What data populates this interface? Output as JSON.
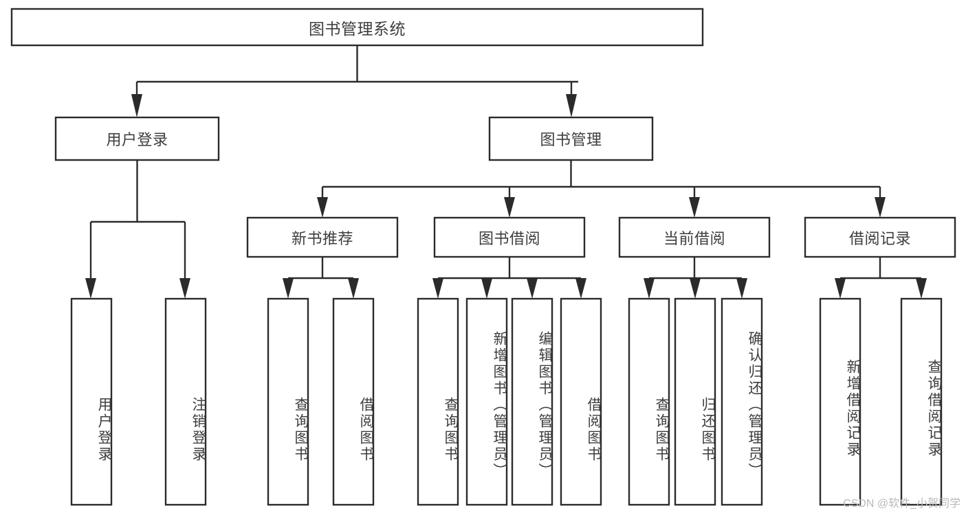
{
  "diagram": {
    "title": "图书管理系统",
    "watermark": "CSDN @软件_小贺同学",
    "colors": {
      "stroke": "#2b2b2b",
      "fill": "#ffffff",
      "text": "#3d3d3d",
      "watermark": "#b9b9b9"
    },
    "nodes": {
      "root": {
        "label": "图书管理系统"
      },
      "level1": [
        {
          "id": "user-login",
          "label": "用户登录"
        },
        {
          "id": "book-management",
          "label": "图书管理"
        }
      ],
      "level2": [
        {
          "id": "new-book-recommend",
          "label": "新书推荐"
        },
        {
          "id": "book-borrow",
          "label": "图书借阅"
        },
        {
          "id": "current-borrow",
          "label": "当前借阅"
        },
        {
          "id": "borrow-record",
          "label": "借阅记录"
        }
      ],
      "leaves": {
        "user_login": [
          {
            "id": "leaf-user-login",
            "label": "用户登录"
          },
          {
            "id": "leaf-logout-login",
            "label": "注销登录"
          }
        ],
        "new_book_recommend": [
          {
            "id": "leaf-query-book-1",
            "label": "查询图书"
          },
          {
            "id": "leaf-borrow-book-1",
            "label": "借阅图书"
          }
        ],
        "book_borrow": [
          {
            "id": "leaf-query-book-2",
            "label": "查询图书"
          },
          {
            "id": "leaf-add-book",
            "label": "新增图书（管理员）"
          },
          {
            "id": "leaf-edit-book",
            "label": "编辑图书（管理员）"
          },
          {
            "id": "leaf-borrow-book-2",
            "label": "借阅图书"
          }
        ],
        "current_borrow": [
          {
            "id": "leaf-query-book-3",
            "label": "查询图书"
          },
          {
            "id": "leaf-return-book",
            "label": "归还图书"
          },
          {
            "id": "leaf-confirm-return",
            "label": "确认归还（管理员）"
          }
        ],
        "borrow_record": [
          {
            "id": "leaf-add-record",
            "label": "新增借阅记录"
          },
          {
            "id": "leaf-query-record",
            "label": "查询借阅记录"
          }
        ]
      }
    }
  }
}
